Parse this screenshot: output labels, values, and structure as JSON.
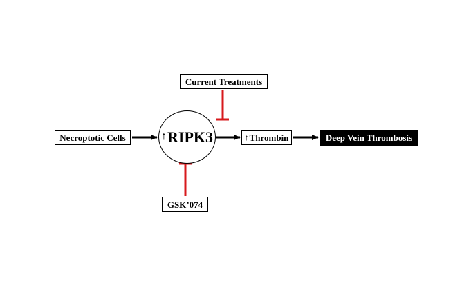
{
  "nodes": {
    "current_treatments": "Current Treatments",
    "necroptotic_cells": "Necroptotic Cells",
    "ripk3": "RIPK3",
    "thrombin": "Thrombin",
    "deep_vein_thrombosis": "Deep Vein Thrombosis",
    "gsk074": "GSK’074"
  },
  "symbols": {
    "increase": "↑"
  },
  "colors": {
    "activation_arrow": "#000000",
    "inhibition": "#d7191c",
    "outcome_box": "#000000"
  }
}
